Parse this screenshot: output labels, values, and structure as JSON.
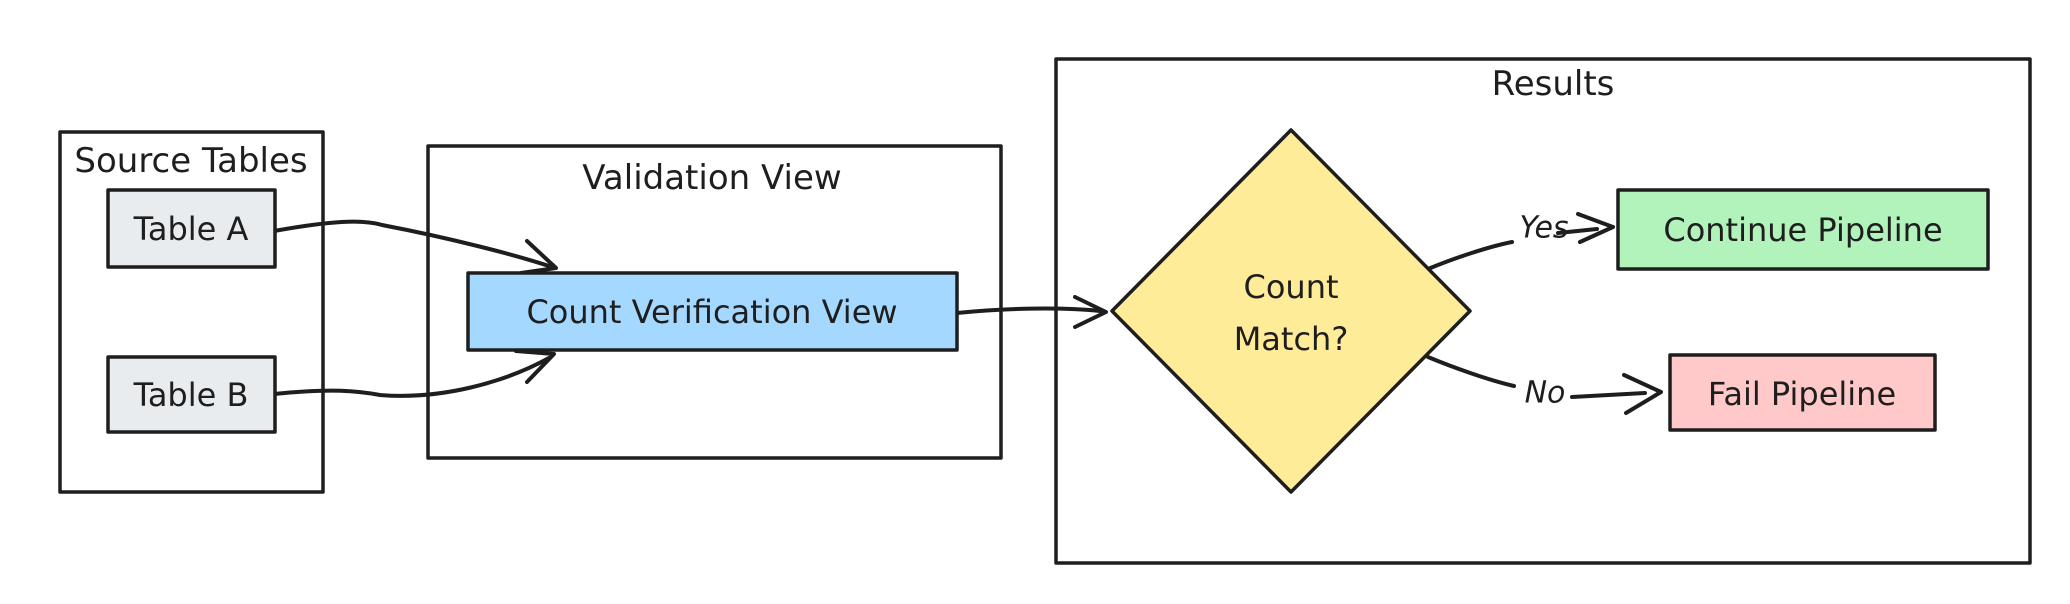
{
  "diagram": {
    "background": "#ffffff",
    "stroke_color": "#1e1e1e",
    "groups": {
      "source_tables": {
        "title": "Source Tables"
      },
      "validation_view": {
        "title": "Validation View"
      },
      "results": {
        "title": "Results"
      }
    },
    "nodes": {
      "table_a": {
        "label": "Table A",
        "fill": "#e9ecef"
      },
      "table_b": {
        "label": "Table B",
        "fill": "#e9ecef"
      },
      "count_verification_view": {
        "label": "Count Verification View",
        "fill": "#a5d8ff"
      },
      "count_match": {
        "label_line_1": "Count",
        "label_line_2": "Match?",
        "fill": "#ffec99"
      },
      "continue_pipeline": {
        "label": "Continue Pipeline",
        "fill": "#b2f2bb"
      },
      "fail_pipeline": {
        "label": "Fail Pipeline",
        "fill": "#ffc9c9"
      }
    },
    "edges": {
      "yes": {
        "label": "Yes"
      },
      "no": {
        "label": "No"
      }
    }
  }
}
